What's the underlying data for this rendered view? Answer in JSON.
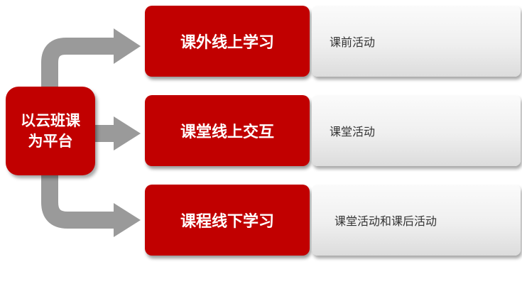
{
  "hub": {
    "line1": "以云班课",
    "line2": "为平台"
  },
  "rows": [
    {
      "title": "课外线上学习",
      "desc": "课前活动"
    },
    {
      "title": "课堂线上交互",
      "desc": "课堂活动"
    },
    {
      "title": "课程线下学习",
      "desc": "课堂活动和课后活动"
    }
  ],
  "colors": {
    "accent": "#c10000",
    "arrow": "#9a9a9a"
  }
}
